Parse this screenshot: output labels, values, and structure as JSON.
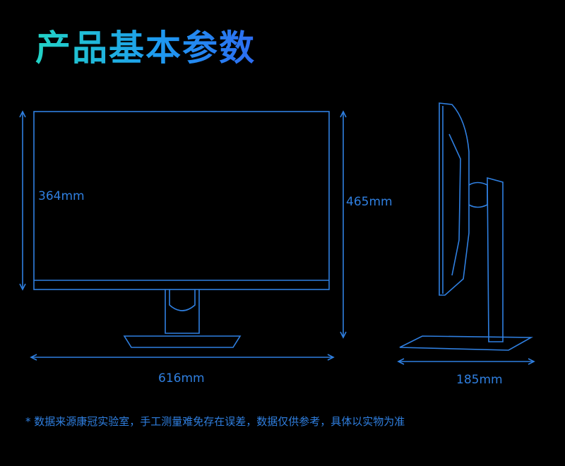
{
  "title": "产品基本参数",
  "dimensions": {
    "screen_height": "364mm",
    "total_height": "465mm",
    "width": "616mm",
    "depth": "185mm"
  },
  "footnote": "* 数据来源康冠实验室，手工测量难免存在误差，数据仅供参考，具体以实物为准",
  "colors": {
    "background": "#000000",
    "line": "#2f7fe0",
    "title_start": "#22d3c5",
    "title_end": "#2d6cf2"
  }
}
